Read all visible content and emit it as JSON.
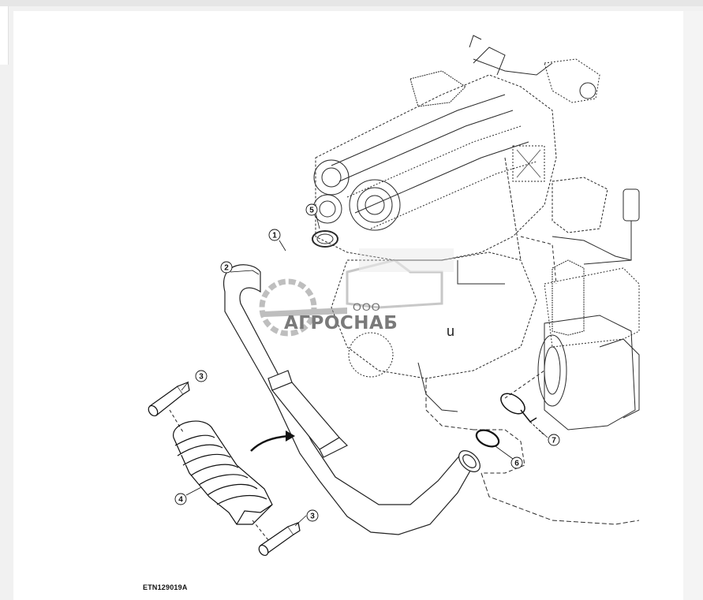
{
  "callouts": [
    {
      "id": "1",
      "label": "1"
    },
    {
      "id": "2",
      "label": "2"
    },
    {
      "id": "3a",
      "label": "3"
    },
    {
      "id": "3b",
      "label": "3"
    },
    {
      "id": "4",
      "label": "4"
    },
    {
      "id": "5",
      "label": "5"
    },
    {
      "id": "6",
      "label": "6"
    },
    {
      "id": "7",
      "label": "7"
    }
  ],
  "figure_code": "ETN129019A",
  "watermark": {
    "prefix": "ООО",
    "name": "АГРОСНАБ",
    "suffix": "u"
  },
  "colors": {
    "line": "#222222",
    "watermark": "#7a7a7a"
  }
}
